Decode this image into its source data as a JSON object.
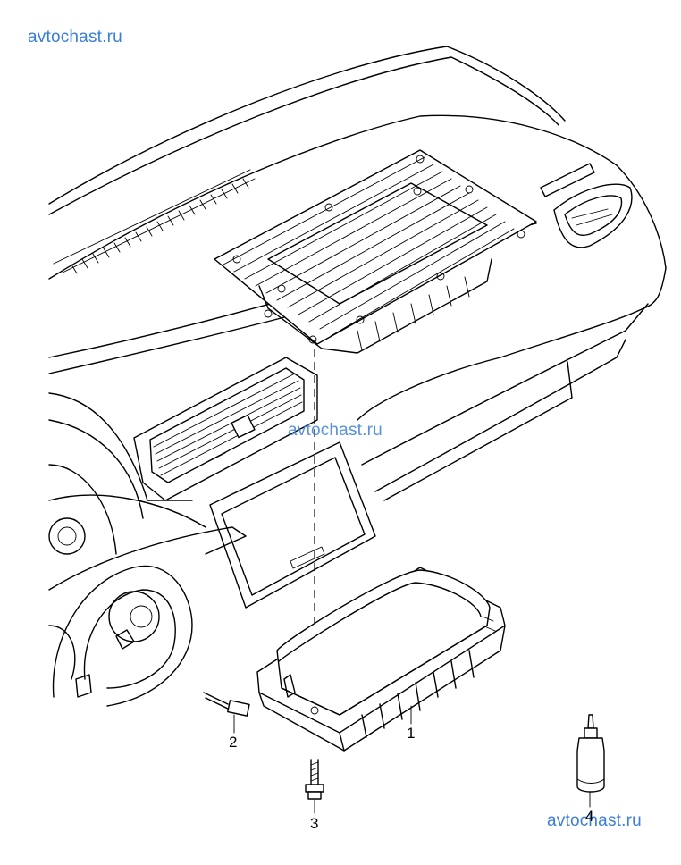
{
  "watermarks": {
    "top": "avtochast.ru",
    "middle": "avtochast.ru",
    "bottom": "avtochast.ru"
  },
  "callouts": {
    "airbag_unit": "1",
    "connector": "2",
    "bolt": "3",
    "adhesive_bottle": "4"
  },
  "colors": {
    "line": "#000000",
    "watermark": "#3b7fd4",
    "background": "#ffffff"
  }
}
